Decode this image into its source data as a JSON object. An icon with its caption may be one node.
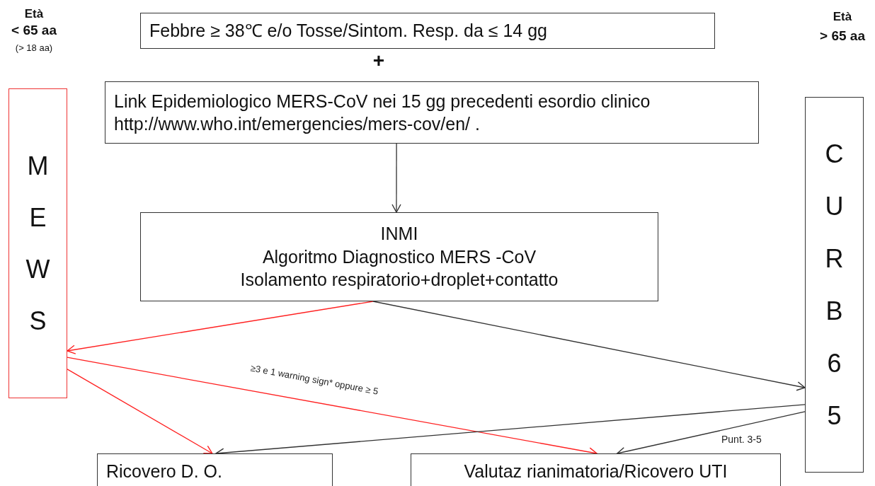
{
  "diagram": {
    "nodes": [
      {
        "text": [
          "Febbre ≥ 38℃ e/o Tosse/Sintom. Resp. da ≤ 14 gg"
        ]
      },
      {
        "text": [
          "Link Epidemiologico MERS-CoV  nei 15 gg precedenti esordio clinico  http://www.who.int/emergencies/mers-cov/en/  ."
        ]
      },
      {
        "text": [
          "INMI",
          "Algoritmo Diagnostico MERS -CoV",
          "Isolamento respiratorio+droplet+contatto"
        ]
      },
      {
        "text": [
          "MEWS"
        ]
      },
      {
        "text": [
          "CURB65"
        ]
      },
      {
        "text": [
          "Ricovero  D. O."
        ]
      },
      {
        "text": [
          "Valutaz rianimatoria/Ricovero UTI"
        ]
      }
    ],
    "edges": [
      {
        "from": 1,
        "to": 2,
        "arrow": "to"
      },
      {
        "from": 2,
        "to": 3,
        "arrow": "to",
        "color": "#ff2020"
      },
      {
        "from": 2,
        "to": 4,
        "arrow": "to"
      },
      {
        "from": 3,
        "to": 5,
        "arrow": "to",
        "color": "#ff2020"
      },
      {
        "from": 3,
        "to": 6,
        "arrow": "to",
        "color": "#ff2020",
        "label": "≥3 e 1 warning  sign*  oppure ≥ 5"
      },
      {
        "from": 4,
        "to": 5,
        "arrow": "to"
      },
      {
        "from": 4,
        "to": 6,
        "arrow": "to",
        "label": "Punt. 3-5"
      }
    ],
    "labels": [
      "Età",
      "< 65 aa",
      "(> 18 aa)",
      "+",
      "Età",
      "> 65 aa"
    ]
  }
}
